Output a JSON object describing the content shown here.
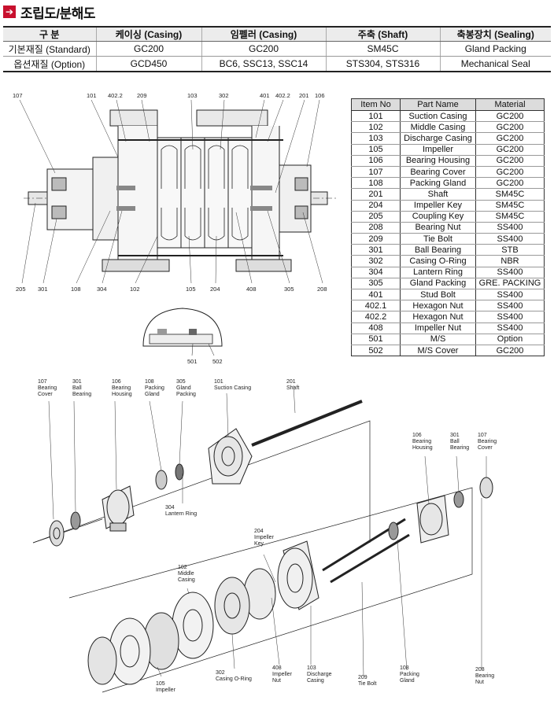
{
  "header": {
    "title": "조립도/분해도"
  },
  "spec_table": {
    "columns": [
      "구 분",
      "케이싱 (Casing)",
      "임펠러 (Casing)",
      "주축 (Shaft)",
      "축봉장치 (Sealing)"
    ],
    "rows": [
      [
        "기본재질 (Standard)",
        "GC200",
        "GC200",
        "SM45C",
        "Gland Packing"
      ],
      [
        "옵션재질 (Option)",
        "GCD450",
        "BC6, SSC13, SSC14",
        "STS304, STS316",
        "Mechanical Seal"
      ]
    ]
  },
  "parts_table": {
    "columns": [
      "Item No",
      "Part Name",
      "Material"
    ],
    "rows": [
      [
        "101",
        "Suction Casing",
        "GC200"
      ],
      [
        "102",
        "Middle Casing",
        "GC200"
      ],
      [
        "103",
        "Discharge Casing",
        "GC200"
      ],
      [
        "105",
        "Impeller",
        "GC200"
      ],
      [
        "106",
        "Bearing Housing",
        "GC200"
      ],
      [
        "107",
        "Bearing Cover",
        "GC200"
      ],
      [
        "108",
        "Packing Gland",
        "GC200"
      ],
      [
        "201",
        "Shaft",
        "SM45C"
      ],
      [
        "204",
        "Impeller Key",
        "SM45C"
      ],
      [
        "205",
        "Coupling Key",
        "SM45C"
      ],
      [
        "208",
        "Bearing Nut",
        "SS400"
      ],
      [
        "209",
        "Tie Bolt",
        "SS400"
      ],
      [
        "301",
        "Ball Bearing",
        "STB"
      ],
      [
        "302",
        "Casing O-Ring",
        "NBR"
      ],
      [
        "304",
        "Lantern Ring",
        "SS400"
      ],
      [
        "305",
        "Gland Packing",
        "GRE. PACKING"
      ],
      [
        "401",
        "Stud Bolt",
        "SS400"
      ],
      [
        "402.1",
        "Hexagon Nut",
        "SS400"
      ],
      [
        "402.2",
        "Hexagon Nut",
        "SS400"
      ],
      [
        "408",
        "Impeller Nut",
        "SS400"
      ],
      [
        "501",
        "M/S",
        "Option"
      ],
      [
        "502",
        "M/S Cover",
        "GC200"
      ]
    ]
  },
  "section_labels": {
    "top": [
      "107",
      "101",
      "402.2",
      "209",
      "103",
      "302",
      "401",
      "402.2",
      "201",
      "106"
    ],
    "bottom": [
      "205",
      "301",
      "108",
      "304",
      "102",
      "105",
      "204",
      "408",
      "305",
      "208"
    ],
    "detail": [
      "501",
      "502"
    ]
  },
  "exploded_labels": {
    "l107": [
      "107",
      "Bearing",
      "Cover"
    ],
    "l301": [
      "301",
      "Ball",
      "Bearing"
    ],
    "l106": [
      "106",
      "Bearing",
      "Housing"
    ],
    "l108": [
      "108",
      "Packing",
      "Gland"
    ],
    "l305": [
      "305",
      "Gland",
      "Packing"
    ],
    "l101": [
      "101",
      "Suction Casing"
    ],
    "l201": [
      "201",
      "Shaft"
    ],
    "l304": [
      "304",
      "Lantern Ring"
    ],
    "r106": [
      "106",
      "Bearing",
      "Housing"
    ],
    "r301": [
      "301",
      "Ball",
      "Bearing"
    ],
    "r107": [
      "107",
      "Bearing",
      "Cover"
    ],
    "l204": [
      "204",
      "Impeller",
      "Key"
    ],
    "l102": [
      "102",
      "Middle",
      "Casing"
    ],
    "l105": [
      "105",
      "Impeller"
    ],
    "l302": [
      "302",
      "Casing O-Ring"
    ],
    "l408": [
      "408",
      "Impeller",
      "Nut"
    ],
    "l103": [
      "103",
      "Discharge",
      "Casing"
    ],
    "l209": [
      "209",
      "Tie Bolt"
    ],
    "b108": [
      "108",
      "Packing",
      "Gland"
    ],
    "l208": [
      "208",
      "Bearing",
      "Nut"
    ]
  }
}
